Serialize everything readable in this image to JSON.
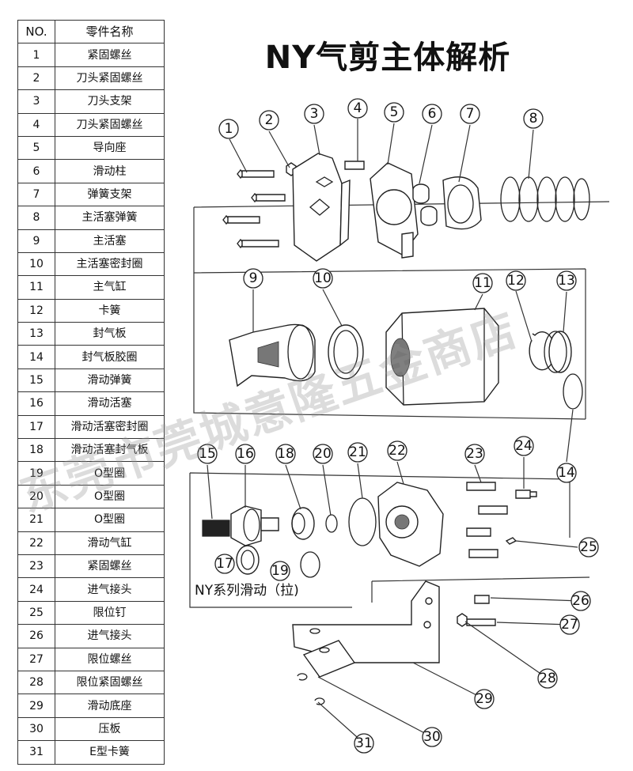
{
  "title": "NY气剪主体解析",
  "table": {
    "headers": [
      "NO.",
      "零件名称"
    ],
    "rows": [
      [
        "1",
        "紧固螺丝"
      ],
      [
        "2",
        "刀头紧固螺丝"
      ],
      [
        "3",
        "刀头支架"
      ],
      [
        "4",
        "刀头紧固螺丝"
      ],
      [
        "5",
        "导向座"
      ],
      [
        "6",
        "滑动柱"
      ],
      [
        "7",
        "弹簧支架"
      ],
      [
        "8",
        "主活塞弹簧"
      ],
      [
        "9",
        "主活塞"
      ],
      [
        "10",
        "主活塞密封圈"
      ],
      [
        "11",
        "主气缸"
      ],
      [
        "12",
        "卡簧"
      ],
      [
        "13",
        "封气板"
      ],
      [
        "14",
        "封气板胶圈"
      ],
      [
        "15",
        "滑动弹簧"
      ],
      [
        "16",
        "滑动活塞"
      ],
      [
        "17",
        "滑动活塞密封圈"
      ],
      [
        "18",
        "滑动活塞封气板"
      ],
      [
        "19",
        "O型圈"
      ],
      [
        "20",
        "O型圈"
      ],
      [
        "21",
        "O型圈"
      ],
      [
        "22",
        "滑动气缸"
      ],
      [
        "23",
        "紧固螺丝"
      ],
      [
        "24",
        "进气接头"
      ],
      [
        "25",
        "限位钉"
      ],
      [
        "26",
        "进气接头"
      ],
      [
        "27",
        "限位螺丝"
      ],
      [
        "28",
        "限位紧固螺丝"
      ],
      [
        "29",
        "滑动底座"
      ],
      [
        "30",
        "压板"
      ],
      [
        "31",
        "E型卡簧"
      ]
    ]
  },
  "callouts": [
    "1",
    "2",
    "3",
    "4",
    "5",
    "6",
    "7",
    "8",
    "9",
    "10",
    "11",
    "12",
    "13",
    "14",
    "15",
    "16",
    "17",
    "18",
    "19",
    "20",
    "21",
    "22",
    "23",
    "24",
    "25",
    "26",
    "27",
    "28",
    "29",
    "30",
    "31"
  ],
  "group_label": "NY系列滑动（拉)",
  "watermark": "东莞市莞城意隆五金商店"
}
